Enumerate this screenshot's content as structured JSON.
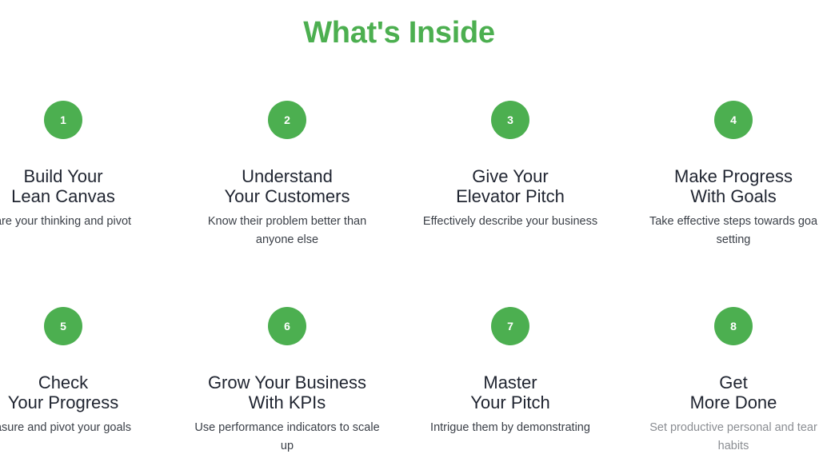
{
  "header": {
    "title": "What's Inside"
  },
  "features": [
    {
      "number": "1",
      "title_line1": "Build Your",
      "title_line2": "Lean Canvas",
      "desc_line1": "are your thinking and pivot",
      "desc_line2": ""
    },
    {
      "number": "2",
      "title_line1": "Understand",
      "title_line2": "Your Customers",
      "desc_line1": "Know their problem better than",
      "desc_line2": "anyone else"
    },
    {
      "number": "3",
      "title_line1": "Give Your",
      "title_line2": "Elevator Pitch",
      "desc_line1": "Effectively describe your business",
      "desc_line2": ""
    },
    {
      "number": "4",
      "title_line1": "Make Progress",
      "title_line2": "With Goals",
      "desc_line1": "Take effective steps towards goa",
      "desc_line2": "setting"
    },
    {
      "number": "5",
      "title_line1": "Check",
      "title_line2": "Your Progress",
      "desc_line1": "asure and pivot your goals",
      "desc_line2": ""
    },
    {
      "number": "6",
      "title_line1": "Grow Your Business",
      "title_line2": "With KPIs",
      "desc_line1": "Use performance indicators to scale",
      "desc_line2": "up"
    },
    {
      "number": "7",
      "title_line1": "Master",
      "title_line2": "Your Pitch",
      "desc_line1": "Intrigue them by demonstrating",
      "desc_line2": ""
    },
    {
      "number": "8",
      "title_line1": "Get",
      "title_line2": "More Done",
      "desc_line1": "Set productive personal and tear",
      "desc_line2": "habits"
    }
  ],
  "colors": {
    "accent": "#4caf50",
    "heading_text": "#1f2430",
    "body_text": "#3a3f47",
    "muted_text": "#8a8d92"
  }
}
